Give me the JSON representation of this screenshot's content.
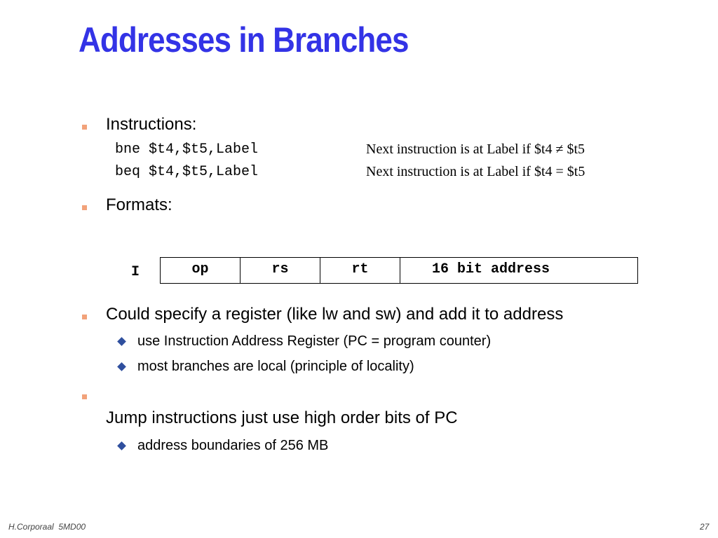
{
  "title": "Addresses in Branches",
  "colors": {
    "title": "#3333e6",
    "bullet": "#f2a27a",
    "diamond": "#2f4f9e"
  },
  "bullets": {
    "instructions": {
      "label": "Instructions:",
      "code": [
        {
          "instr": "bne $t4,$t5,Label",
          "desc": "Next instruction is at Label if $t4 ≠ $t5"
        },
        {
          "instr": "beq $t4,$t5,Label",
          "desc": "Next instruction is at Label if $t4 = $t5"
        }
      ]
    },
    "formats": {
      "label": "Formats:",
      "type": "I",
      "fields": [
        "op",
        "rs",
        "rt",
        "16 bit address"
      ]
    },
    "register": {
      "label": "Could specify a register (like lw and sw) and add it to address",
      "sub": [
        "use Instruction Address Register (PC = program counter)",
        "most branches are local (principle of locality)"
      ]
    },
    "jump": {
      "label": "Jump instructions just use high order bits of PC",
      "sub": [
        "address boundaries of 256 MB"
      ]
    }
  },
  "footer": {
    "left": "H.Corporaal  5MD00",
    "page": "27"
  }
}
